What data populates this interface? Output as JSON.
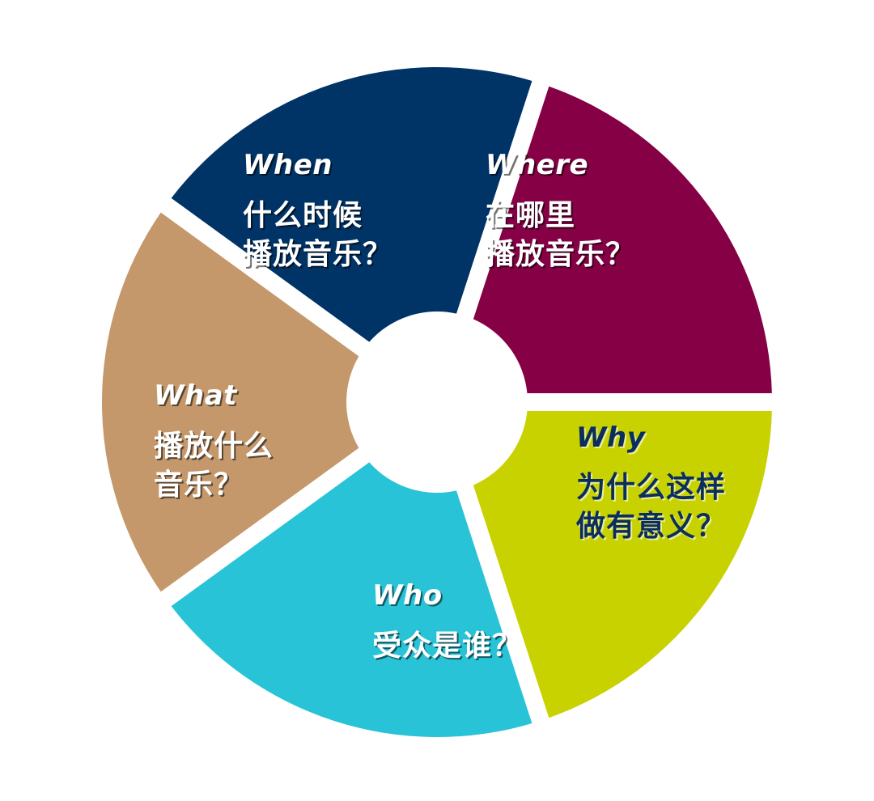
{
  "segments": [
    {
      "id": "when",
      "title": "When",
      "lines": [
        "什么时候",
        "播放音乐？"
      ],
      "fill": "#003366",
      "text_color": "#ffffff"
    },
    {
      "id": "where",
      "title": "Where",
      "lines": [
        "在哪里",
        "播放音乐？"
      ],
      "fill": "#850045",
      "text_color": "#ffffff"
    },
    {
      "id": "why",
      "title": "Why",
      "lines": [
        "为什么这样",
        "做有意义？"
      ],
      "fill": "#c8d200",
      "text_color": "#0b2e5c"
    },
    {
      "id": "who",
      "title": "Who",
      "lines": [
        "受众是谁？"
      ],
      "fill": "#28c3d7",
      "text_color": "#ffffff"
    },
    {
      "id": "what",
      "title": "What",
      "lines": [
        "播放什么",
        "音乐？"
      ],
      "fill": "#c4986b",
      "text_color": "#ffffff"
    }
  ]
}
